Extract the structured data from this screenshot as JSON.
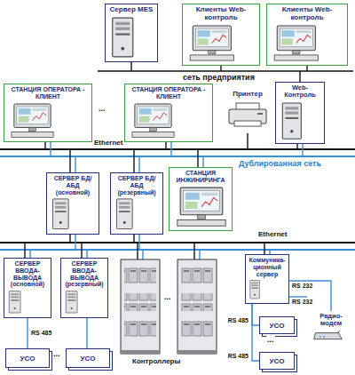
{
  "diagram": {
    "nodes": [
      {
        "text": [
          "Сервер MES"
        ]
      },
      {
        "text": [
          "Клиенты Web-контроль"
        ]
      },
      {
        "text": [
          "Клиенты Web-контроль"
        ]
      },
      {
        "text": [
          "СТАНЦИЯ ОПЕРАТОРА - КЛИЕНТ"
        ]
      },
      {
        "text": [
          "СТАНЦИЯ ОПЕРАТОРА - КЛИЕНТ"
        ]
      },
      {
        "text": [
          "Принтер"
        ]
      },
      {
        "text": [
          "Web-Контроль"
        ]
      },
      {
        "text": [
          "СЕРВЕР БД/АБД (основной)"
        ]
      },
      {
        "text": [
          "СЕРВЕР БД/АБД (резервный)"
        ]
      },
      {
        "text": [
          "СТАНЦИЯ ИНЖИНИРИНГА"
        ]
      },
      {
        "text": [
          "СЕРВЕР ВВОДА-ВЫВОДА (основной)"
        ]
      },
      {
        "text": [
          "СЕРВЕР ВВОДА-ВЫВОДА (резервный)"
        ]
      },
      {
        "text": [
          "УСО"
        ]
      },
      {
        "text": [
          "УСО"
        ]
      },
      {
        "text": [
          "Коммуника- ционный сервер"
        ]
      },
      {
        "text": [
          "УСО"
        ]
      },
      {
        "text": [
          "УСО"
        ]
      },
      {
        "text": [
          "Радио- модем"
        ]
      }
    ],
    "edges": [
      {
        "from": 10,
        "to": 12,
        "arrow": "none",
        "label": "RS 485"
      },
      {
        "from": 11,
        "to": 13,
        "arrow": "none"
      },
      {
        "from": 14,
        "to": 15,
        "arrow": "none",
        "label": "RS 485"
      },
      {
        "from": 14,
        "to": 16,
        "arrow": "none",
        "label": "RS 485"
      },
      {
        "from": 14,
        "to": 17,
        "arrow": "none",
        "label": "RS 232"
      }
    ],
    "labels": [
      "сеть предприятия",
      "Ethernet",
      "Дублированная сеть",
      "Ethernet",
      "Контроллеры",
      "RS 232",
      "...",
      "...",
      "...",
      "..."
    ]
  }
}
